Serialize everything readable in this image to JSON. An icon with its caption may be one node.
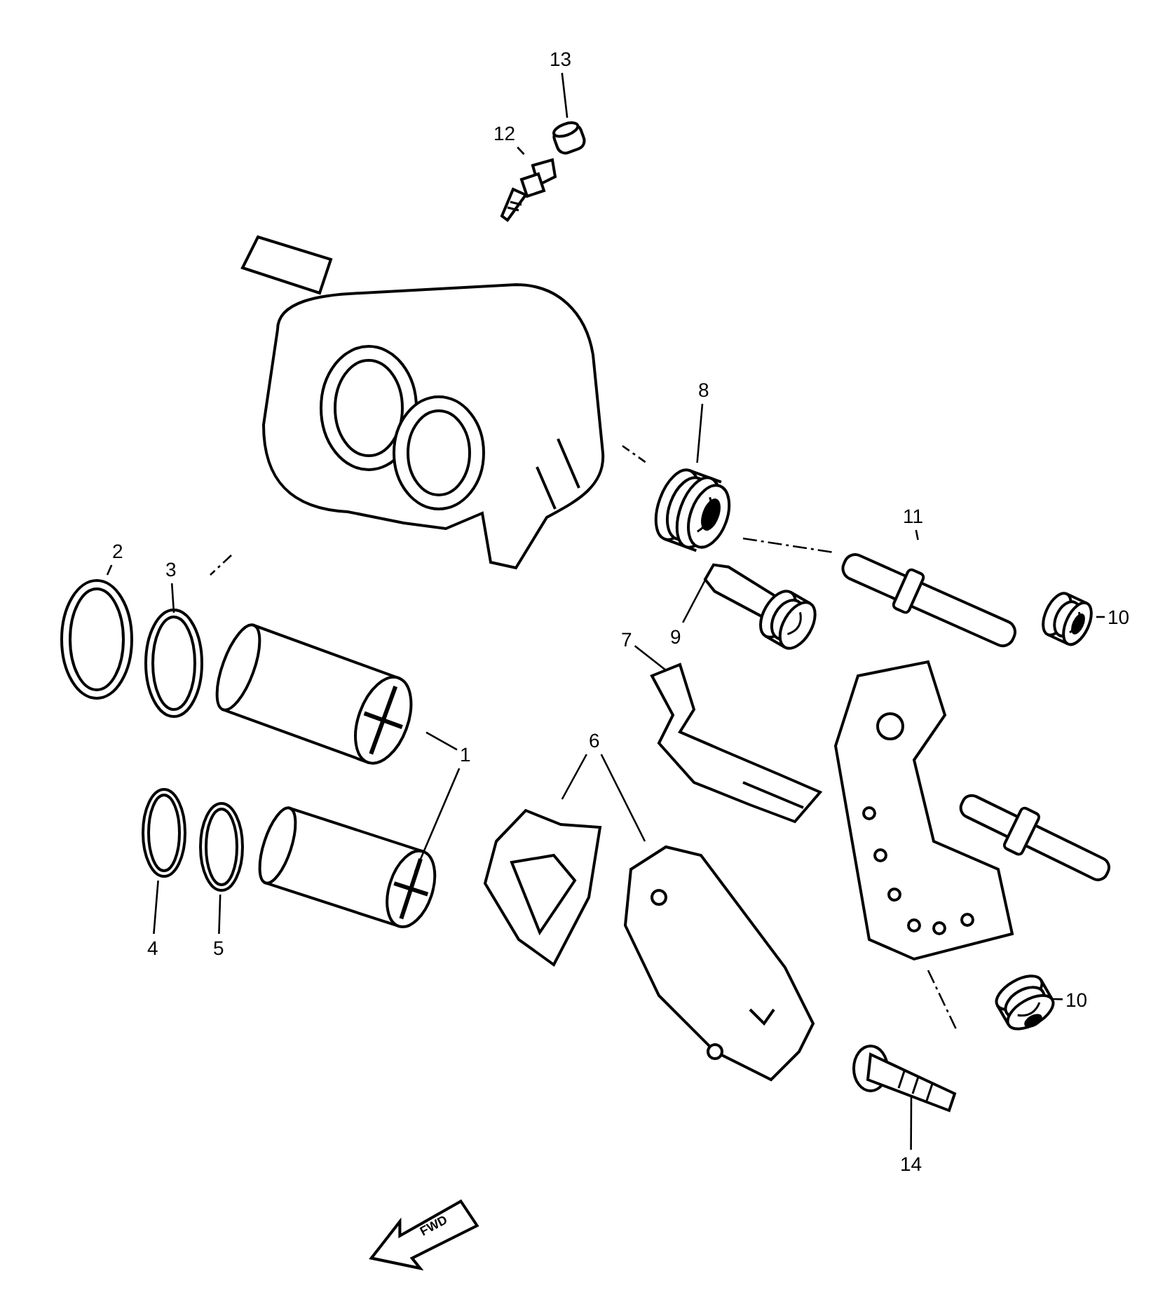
{
  "diagram": {
    "nodes": [
      {
        "text": [
          "13"
        ]
      },
      {
        "text": [
          "12"
        ]
      },
      {
        "text": [
          "8"
        ]
      },
      {
        "text": [
          "11"
        ]
      },
      {
        "text": [
          "2"
        ]
      },
      {
        "text": [
          "3"
        ]
      },
      {
        "text": [
          "6"
        ]
      },
      {
        "text": [
          "7"
        ]
      },
      {
        "text": [
          "10"
        ]
      },
      {
        "text": [
          "9"
        ]
      },
      {
        "text": [
          "4"
        ]
      },
      {
        "text": [
          "5"
        ]
      },
      {
        "text": [
          "10"
        ]
      },
      {
        "text": [
          "1"
        ]
      },
      {
        "text": [
          "14"
        ]
      },
      {
        "text": [],
        "shape": "picture"
      },
      {
        "text": [],
        "shape": "picture"
      },
      {
        "text": [],
        "shape": "picture"
      },
      {
        "text": [],
        "shape": "picture"
      },
      {
        "text": [],
        "shape": "picture"
      },
      {
        "text": [],
        "shape": "picture"
      },
      {
        "text": [],
        "shape": "picture"
      },
      {
        "text": [],
        "shape": "picture"
      },
      {
        "text": [],
        "shape": "picture"
      },
      {
        "text": [],
        "shape": "picture"
      },
      {
        "text": [],
        "shape": "picture"
      },
      {
        "text": [],
        "shape": "picture"
      },
      {
        "text": [],
        "shape": "picture"
      },
      {
        "text": [],
        "shape": "picture"
      },
      {
        "text": [],
        "shape": "picture"
      },
      {
        "text": [],
        "shape": "picture"
      },
      {
        "text": [],
        "shape": "picture"
      },
      {
        "text": [],
        "shape": "picture"
      },
      {
        "text": [],
        "shape": "picture"
      }
    ],
    "edges": [
      {
        "from": 0,
        "to": 15,
        "arrow": "none"
      },
      {
        "from": 1,
        "to": 16,
        "arrow": "none"
      },
      {
        "from": 2,
        "to": 18,
        "arrow": "none"
      },
      {
        "from": 3,
        "to": 19,
        "arrow": "none"
      },
      {
        "from": 4,
        "to": 23,
        "arrow": "none"
      },
      {
        "from": 5,
        "to": 24,
        "arrow": "none"
      },
      {
        "from": 6,
        "to": 26,
        "arrow": "none"
      },
      {
        "from": 6,
        "to": 27,
        "arrow": "none"
      },
      {
        "from": 7,
        "to": 28,
        "arrow": "none"
      },
      {
        "from": 8,
        "to": 21,
        "arrow": "none"
      },
      {
        "from": 9,
        "to": 22,
        "arrow": "none"
      },
      {
        "from": 10,
        "to": 29,
        "arrow": "none"
      },
      {
        "from": 11,
        "to": 30,
        "arrow": "none"
      },
      {
        "from": 12,
        "to": 32,
        "arrow": "none"
      },
      {
        "from": 13,
        "to": 25,
        "arrow": "none"
      },
      {
        "from": 13,
        "to": 31,
        "arrow": "none"
      },
      {
        "from": 14,
        "to": 33,
        "arrow": "none"
      }
    ],
    "labels": [
      "FWD"
    ]
  }
}
